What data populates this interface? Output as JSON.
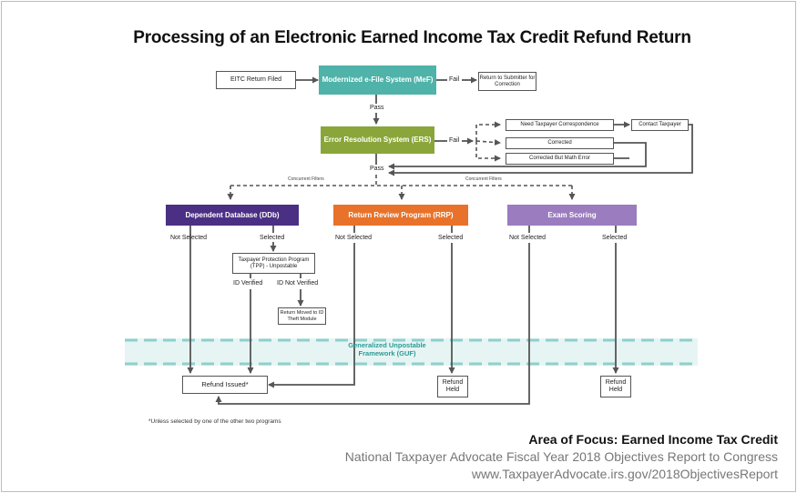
{
  "title": "Processing of an Electronic Earned Income Tax Credit Refund Return",
  "boxes": {
    "eitc_filed": "EITC Return Filed",
    "mef": "Modernized e-File System (MeF)",
    "return_submitter": "Return to Submitter for Correction",
    "ers": "Error Resolution System (ERS)",
    "need_corr": "Need Taxpayer Correspondence",
    "contact": "Contact Taxpayer",
    "corrected": "Corrected",
    "corrected_math": "Corrected But Math Error",
    "ddb": "Dependent Database (DDb)",
    "rrp": "Return Review Program (RRP)",
    "exam": "Exam Scoring",
    "tpp": "Taxpayer Protection Program (TPP) - Unpostable",
    "id_theft": "Return Moved to ID Theft Module",
    "refund_issued": "Refund Issued*",
    "refund_held": "Refund Held"
  },
  "labels": {
    "fail": "Fail",
    "pass": "Pass",
    "concurrent": "Concurrent Filters",
    "not_selected": "Not Selected",
    "selected": "Selected",
    "id_verified": "ID Verified",
    "id_not_verified": "ID Not Verified"
  },
  "guf": "Generalized Unpostable Framework (GUF)",
  "footnote": "*Unless selected by one of the other two programs",
  "source": {
    "line1": "Area of Focus: Earned Income Tax Credit",
    "line2": "National Taxpayer Advocate Fiscal Year 2018 Objectives Report to Congress",
    "line3": "www.TaxpayerAdvocate.irs.gov/2018ObjectivesReport"
  },
  "colors": {
    "mef": "#4fb3a9",
    "ers": "#8aa63a",
    "ddb": "#4b2f85",
    "rrp": "#e8722a",
    "exam": "#9a7cbf",
    "guf": "#8fd0cc"
  }
}
